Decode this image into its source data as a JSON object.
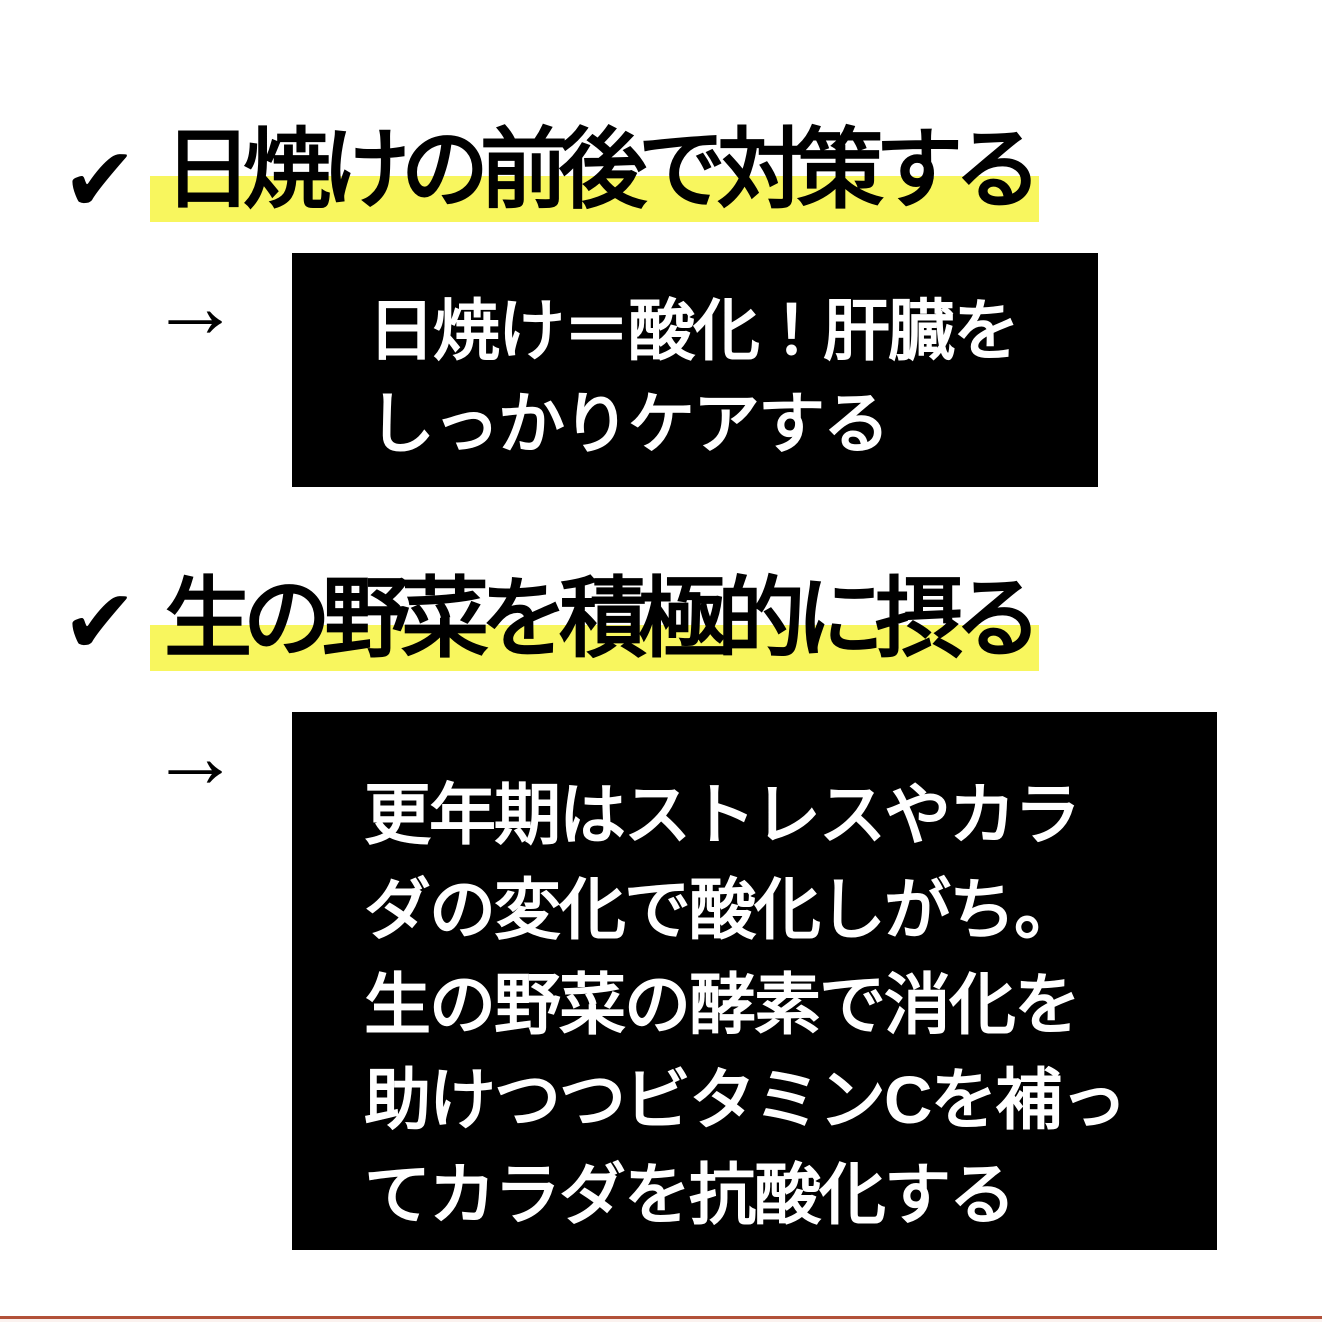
{
  "page": {
    "background_color": "#ffffff",
    "heading_text_color": "#000000",
    "highlight_color": "#f8f65e",
    "box_background_color": "#000000",
    "box_text_color": "#ffffff",
    "bottom_line_color": "#b25139",
    "bottom_edge_color": "#fbf2ef"
  },
  "icons": {
    "checkmark": "✔",
    "arrow": "→"
  },
  "sections": [
    {
      "heading": "日焼けの前後で対策する",
      "box_lines": [
        "日焼け＝酸化！肝臓を",
        "しっかりケアする"
      ]
    },
    {
      "heading": "生の野菜を積極的に摂る",
      "box_lines": [
        "更年期はストレスやカラ",
        "ダの変化で酸化しがち。",
        "生の野菜の酵素で消化を",
        "助けつつビタミンCを補っ",
        "てカラダを抗酸化する"
      ]
    }
  ]
}
